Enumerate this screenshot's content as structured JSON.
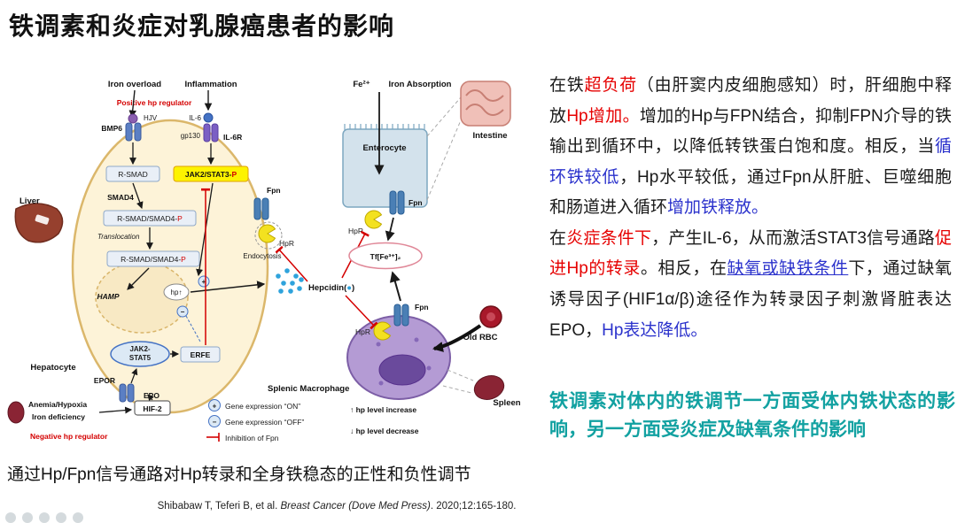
{
  "colors": {
    "red": "#e60000",
    "blue": "#2b32cc",
    "black": "#1a1a1a",
    "teal": "#12a1a1"
  },
  "title": "铁调素和炎症对乳腺癌患者的影响",
  "diagram": {
    "caption": "通过Hp/Fpn信号通路对Hp转录和全身铁稳态的正性和负性调节",
    "labels": {
      "iron_overload": "Iron overload",
      "inflammation": "Inflammation",
      "positive_regulator": "Positive hp regulator",
      "negative_regulator": "Negative hp regulator",
      "bmp6": "BMP6",
      "hjv": "HJV",
      "il6": "IL-6",
      "gp130": "gp130",
      "il6r": "IL-6R",
      "r_smad": "R-SMAD",
      "jak2_stat3": "JAK2/STAT3-",
      "p_suffix": "P",
      "smad4": "SMAD4",
      "r_smad_smad4": "R-SMAD/SMAD4-",
      "translocation": "Translocation",
      "hamp": "HAMP",
      "hp_up": "hp↑",
      "plus": "+",
      "minus": "−",
      "liver": "Liver",
      "hepatocyte": "Hepatocyte",
      "fpn": "Fpn",
      "hpr": "HpR",
      "endocytosis": "Endocytosis",
      "hepcidin_pre": "Hepcidin(",
      "hepcidin_dot": "●",
      "hepcidin_post": ")",
      "tf_fe": "Tf[Fe³⁺]₂",
      "enterocyte": "Enterocyte",
      "fe2": "Fe²⁺",
      "iron_absorption": "Iron Absorption",
      "intestine": "Intestine",
      "splenic_macrophage": "Splenic Macrophage",
      "old_rbc": "Old RBC",
      "spleen": "Spleen",
      "jak2_l1": "JAK2-",
      "jak2_l2": "STAT5",
      "erfe": "ERFE",
      "epor": "EPOR",
      "epo": "EPO",
      "hif2": "HIF-2",
      "anemia": "Anemia/Hypoxia",
      "iron_deficiency": "Iron deficiency",
      "legend_on": "Gene expression “ON”",
      "legend_off": "Gene expression “OFF”",
      "legend_inhibition": "Inhibition  of Fpn",
      "legend_hp_up": "↑ hp level increase",
      "legend_hp_down": "↓ hp level decrease"
    }
  },
  "right_text": {
    "p1": [
      {
        "text": "在铁",
        "color": "black"
      },
      {
        "text": "超负荷",
        "color": "red"
      },
      {
        "text": "（由肝窦内皮细胞感知）时，肝细胞中释放",
        "color": "black"
      },
      {
        "text": "Hp增加。",
        "color": "red"
      },
      {
        "text": "增加的Hp与FPN结合，抑制FPN介导的铁输出到循环中，以降低转铁蛋白饱和度。相反，当",
        "color": "black"
      },
      {
        "text": "循环铁较低",
        "color": "blue"
      },
      {
        "text": "，Hp水平较低，通过Fpn从肝脏、巨噬细胞和肠道进入循环",
        "color": "black"
      },
      {
        "text": "增加铁释放。",
        "color": "blue"
      }
    ],
    "p2": [
      {
        "text": "在",
        "color": "black"
      },
      {
        "text": "炎症条件下",
        "color": "red"
      },
      {
        "text": "，产生IL-6，从而激活STAT3信号通路",
        "color": "black"
      },
      {
        "text": "促进Hp的转录",
        "color": "red"
      },
      {
        "text": "。相反，在",
        "color": "black"
      },
      {
        "text": "缺氧或缺铁条件",
        "color": "blue",
        "underline": true
      },
      {
        "text": "下，通过缺氧诱导因子(HIF1α/β)途径作为转录因子刺激肾脏表达EPO，",
        "color": "black"
      },
      {
        "text": "Hp表达降低。",
        "color": "blue"
      }
    ],
    "conclusion": "铁调素对体内的铁调节一方面受体内铁状态的影响，另一方面受炎症及缺氧条件的影响"
  },
  "citation": {
    "prefix": "Shibabaw T, Teferi B, et al. ",
    "journal": "Breast Cancer (Dove Med Press)",
    "suffix": ". 2020;12:165-180."
  }
}
